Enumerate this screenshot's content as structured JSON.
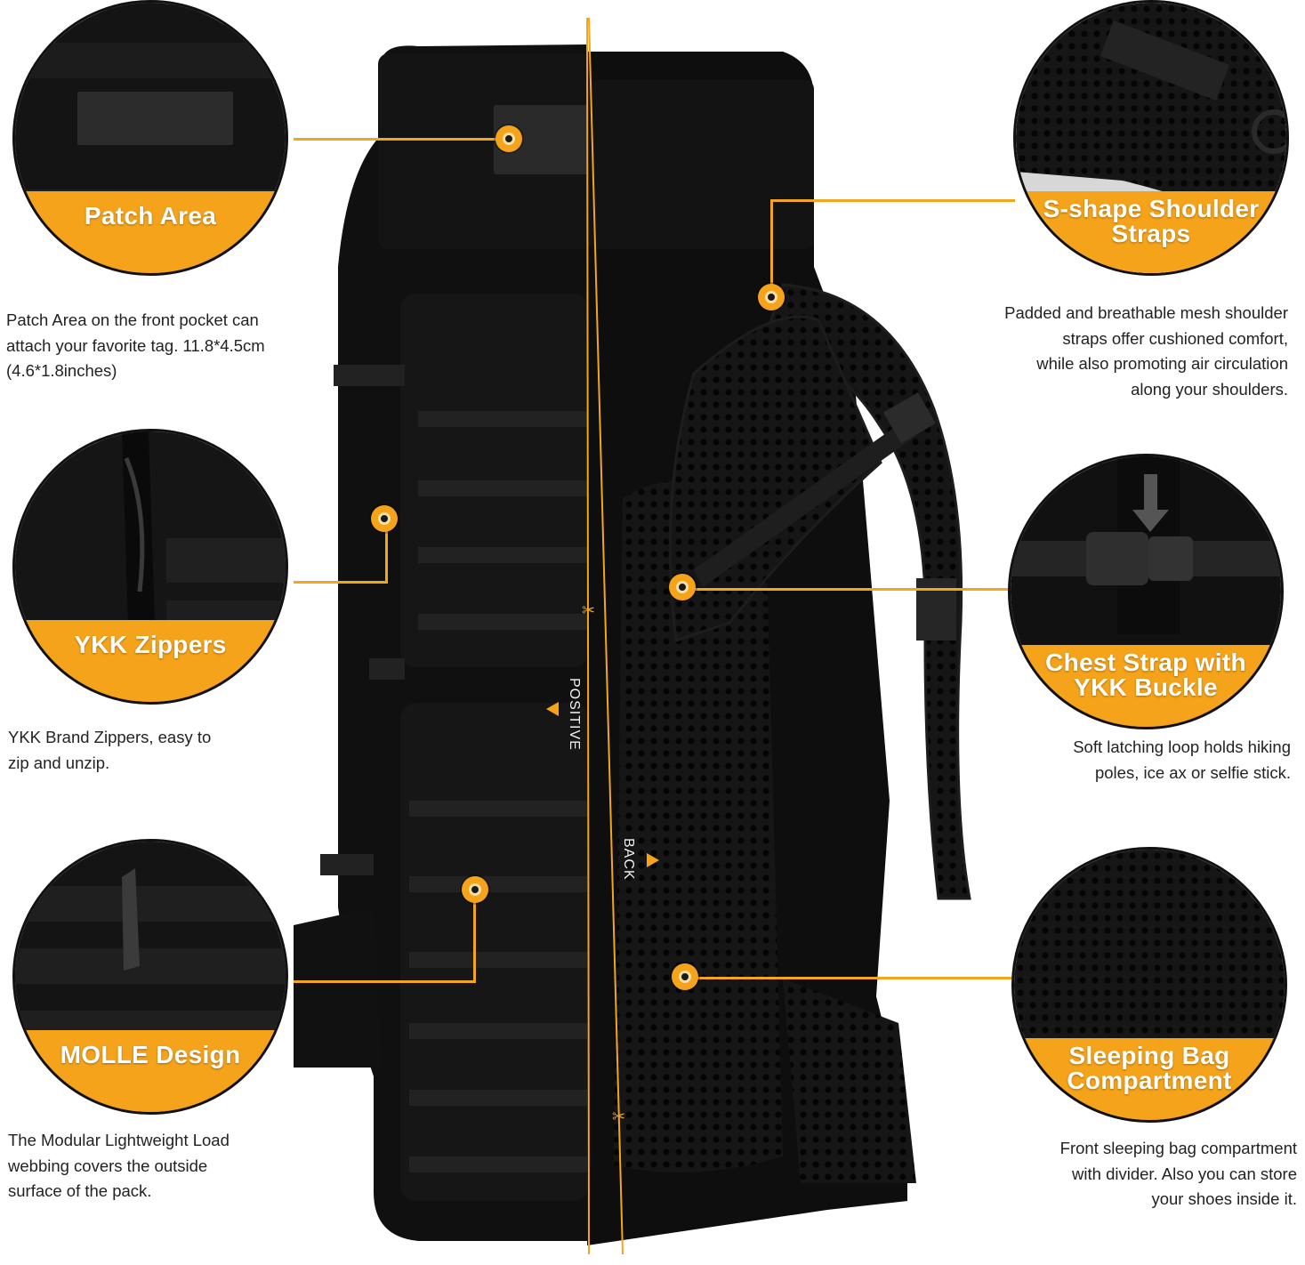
{
  "features": {
    "patch": {
      "title": "Patch Area",
      "desc": [
        "Patch Area on the front pocket can",
        "attach your favorite tag. 11.8*4.5cm",
        "(4.6*1.8inches)"
      ]
    },
    "zippers": {
      "title": "YKK Zippers",
      "desc": [
        "YKK Brand Zippers, easy to",
        " zip and unzip."
      ]
    },
    "molle": {
      "title": "MOLLE Design",
      "desc": [
        "The Modular Lightweight Load",
        "webbing covers the outside",
        "surface of the pack."
      ]
    },
    "shoulder": {
      "title_lines": [
        "S-shape Shoulder",
        "Straps"
      ],
      "desc": [
        "Padded and breathable mesh shoulder",
        "straps offer cushioned comfort,",
        "while also promoting air circulation",
        "along your shoulders."
      ]
    },
    "chest": {
      "title_lines": [
        "Chest Strap with",
        "YKK Buckle"
      ],
      "desc": [
        "Soft latching loop holds hiking",
        "poles, ice ax or selfie stick."
      ]
    },
    "sleeping": {
      "title_lines": [
        "Sleeping Bag",
        "Compartment"
      ],
      "desc": [
        "Front sleeping bag compartment",
        "with divider. Also you can store",
        "your shoes inside it."
      ]
    }
  },
  "labels": {
    "positive": "POSITIVE",
    "back": "BACK"
  },
  "colors": {
    "accent": "#f5a31a",
    "bag": "#121212",
    "line": "#f2a51f"
  }
}
